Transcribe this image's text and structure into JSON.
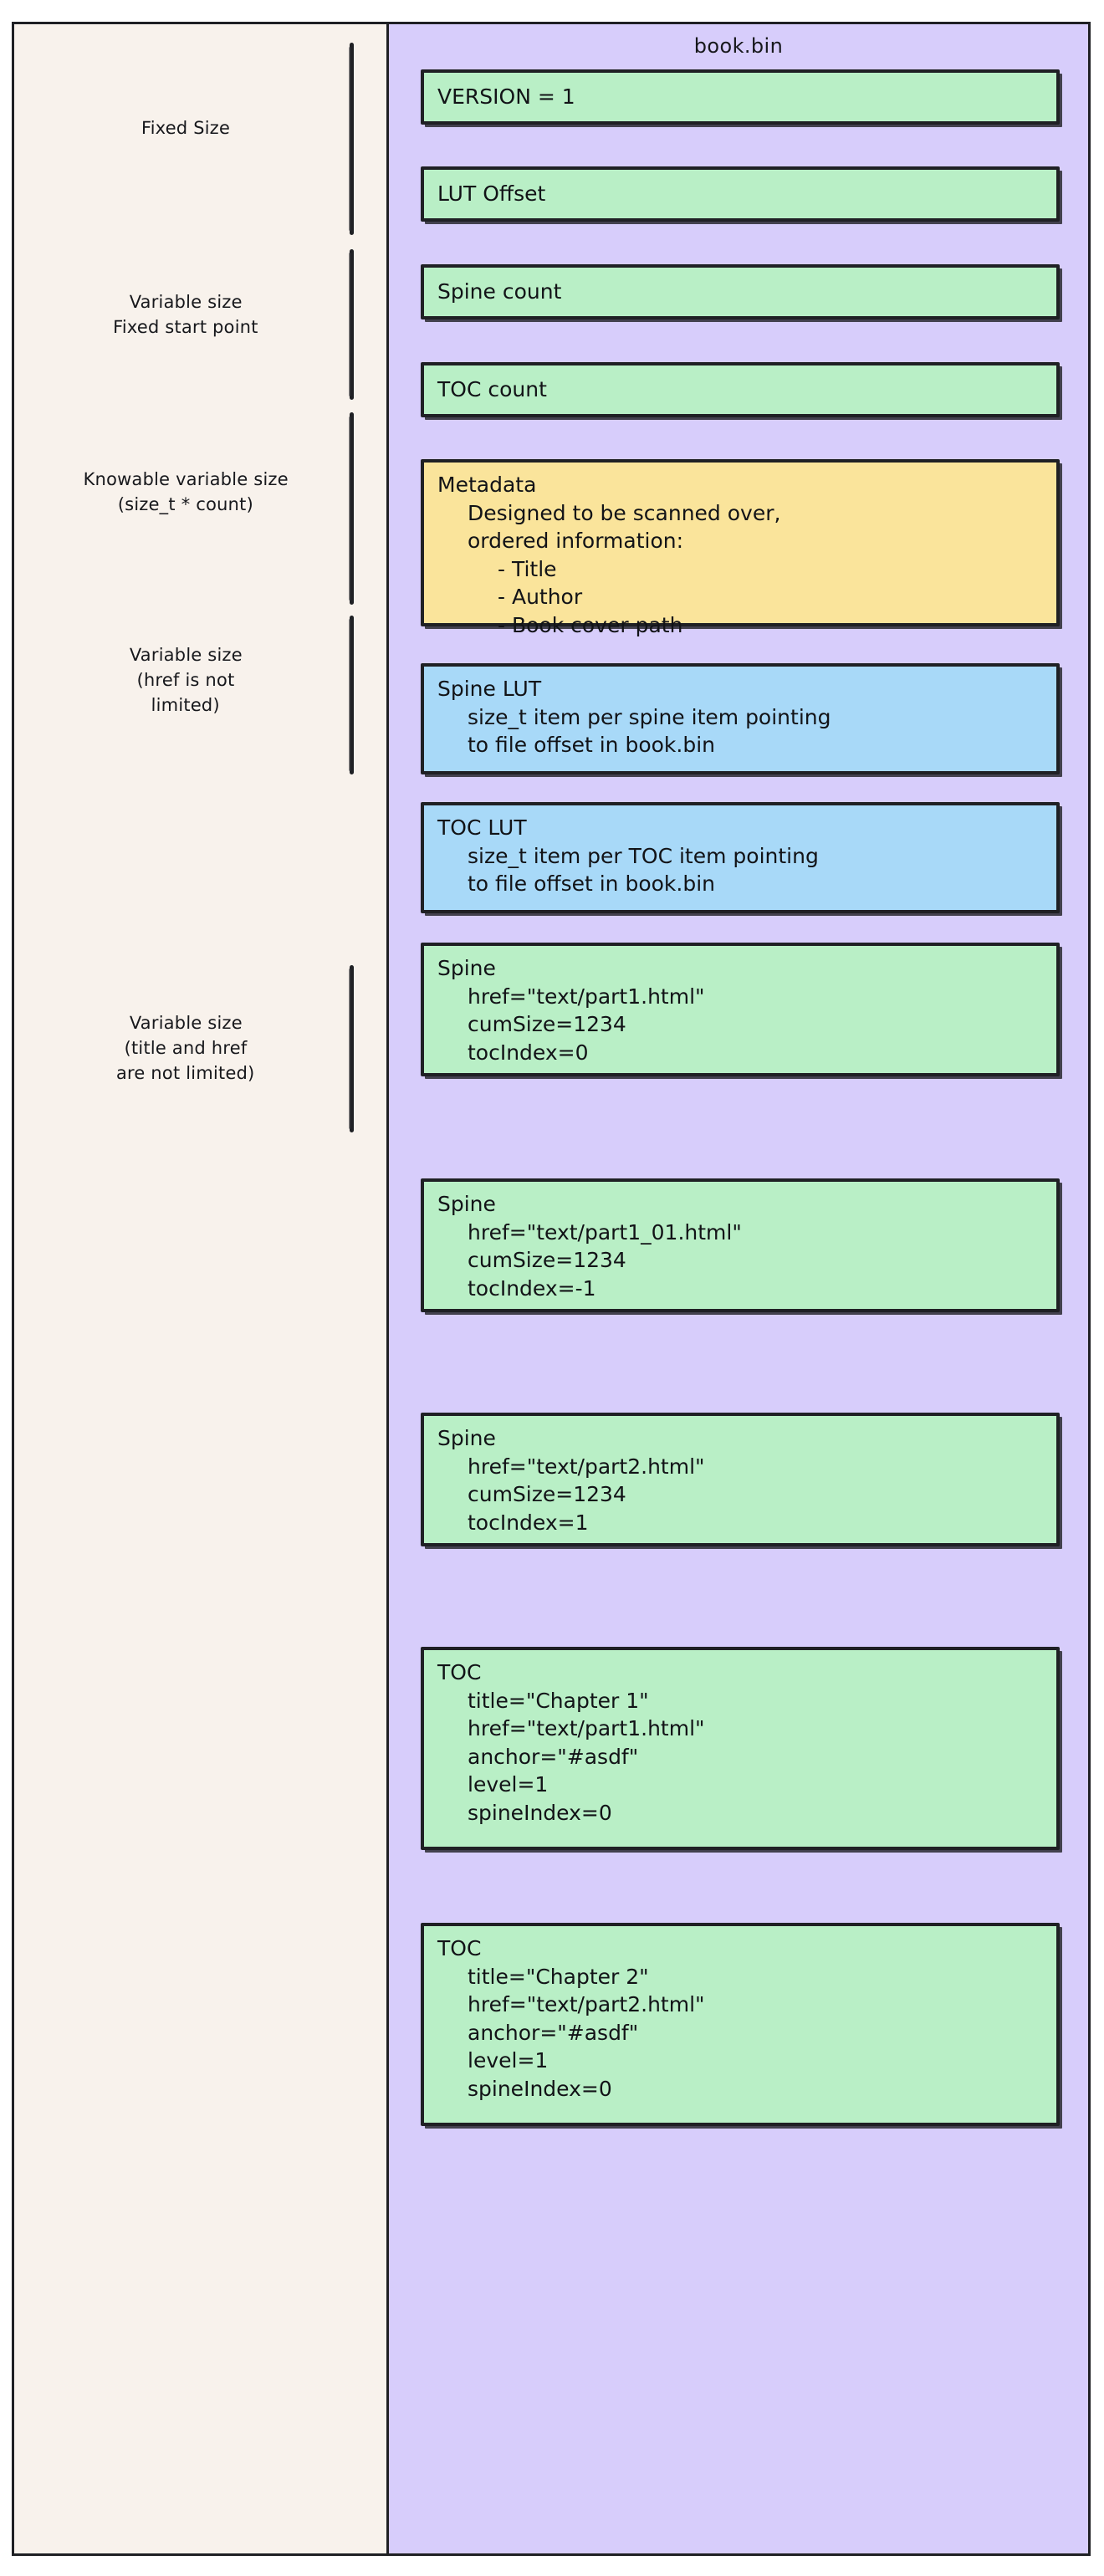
{
  "diagram": {
    "title": "book.bin",
    "colors": {
      "container": "#D7CDFB",
      "left_panel": "#F8F2EC",
      "green": "#B9EFC6",
      "yellow": "#FAE49B",
      "blue": "#A8D9F8",
      "stroke": "#1f2024"
    },
    "groups": [
      {
        "label": "Fixed Size"
      },
      {
        "label": "Variable size\nFixed start point"
      },
      {
        "label": "Knowable variable size\n(size_t * count)"
      },
      {
        "label": "Variable size\n(href is not\nlimited)"
      },
      {
        "label": "Variable size\n(title and href\nare not limited)"
      }
    ],
    "blocks": [
      {
        "id": "version",
        "color": "green",
        "header": "VERSION = 1",
        "lines": []
      },
      {
        "id": "lut-offset",
        "color": "green",
        "header": "LUT Offset",
        "lines": []
      },
      {
        "id": "spine-count",
        "color": "green",
        "header": "Spine count",
        "lines": []
      },
      {
        "id": "toc-count",
        "color": "green",
        "header": "TOC count",
        "lines": []
      },
      {
        "id": "metadata",
        "color": "yellow",
        "header": "Metadata",
        "lines": [
          "Designed to be scanned over,",
          "ordered information:"
        ],
        "bullets": [
          "- Title",
          "- Author",
          "- Book cover path"
        ]
      },
      {
        "id": "spine-lut",
        "color": "blue",
        "header": "Spine LUT",
        "lines": [
          "size_t item per spine item pointing",
          "to file offset in book.bin"
        ]
      },
      {
        "id": "toc-lut",
        "color": "blue",
        "header": "TOC LUT",
        "lines": [
          "size_t item per TOC item pointing",
          "to file offset in book.bin"
        ]
      },
      {
        "id": "spine-1",
        "color": "green",
        "header": "Spine",
        "lines": [
          "href=\"text/part1.html\"",
          "cumSize=1234",
          "tocIndex=0"
        ]
      },
      {
        "id": "spine-2",
        "color": "green",
        "header": "Spine",
        "lines": [
          "href=\"text/part1_01.html\"",
          "cumSize=1234",
          "tocIndex=-1"
        ]
      },
      {
        "id": "spine-3",
        "color": "green",
        "header": "Spine",
        "lines": [
          "href=\"text/part2.html\"",
          "cumSize=1234",
          "tocIndex=1"
        ]
      },
      {
        "id": "toc-1",
        "color": "green",
        "header": "TOC",
        "lines": [
          "title=\"Chapter 1\"",
          "href=\"text/part1.html\"",
          "anchor=\"#asdf\"",
          "level=1",
          "spineIndex=0"
        ]
      },
      {
        "id": "toc-2",
        "color": "green",
        "header": "TOC",
        "lines": [
          "title=\"Chapter 2\"",
          "href=\"text/part2.html\"",
          "anchor=\"#asdf\"",
          "level=1",
          "spineIndex=0"
        ]
      }
    ]
  }
}
